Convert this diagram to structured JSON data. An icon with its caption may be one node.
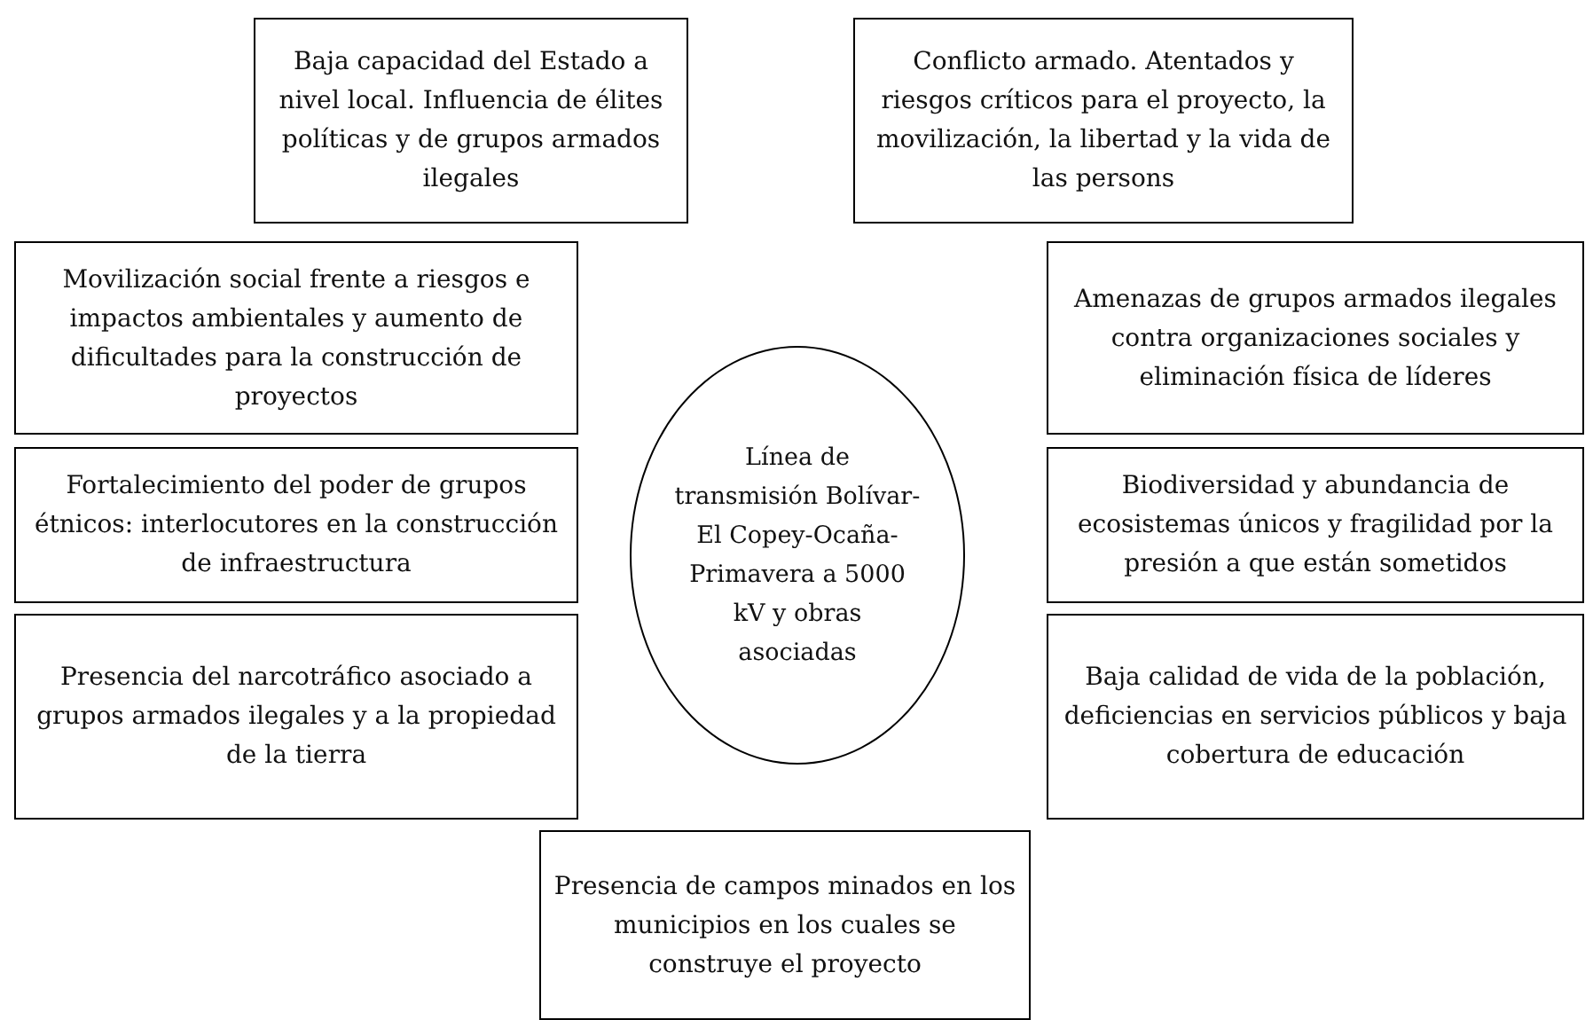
{
  "diagram": {
    "nodes": [
      {
        "text": [
          "Baja capacidad del Estado a nivel local. Influencia de élites políticas y de grupos armados ilegales"
        ]
      },
      {
        "text": [
          "Conflicto armado. Atentados y riesgos críticos para el proyecto, la movilización, la libertad y la vida de las persons"
        ]
      },
      {
        "text": [
          "Movilización social frente a riesgos e impactos ambientales y aumento de dificultades para la construcción de proyectos"
        ]
      },
      {
        "text": [
          "Amenazas de grupos armados ilegales contra organizaciones sociales y eliminación física de líderes"
        ]
      },
      {
        "text": [
          "Línea de transmisión Bolívar-El Copey-Ocaña-Primavera a 5000 kV y obras asociadas"
        ]
      },
      {
        "text": [
          "Fortalecimiento del poder de grupos étnicos: interlocutores en la construcción de infraestructura"
        ]
      },
      {
        "text": [
          "Biodiversidad y abundancia de ecosistemas únicos y fragilidad por la presión a que están sometidos"
        ]
      },
      {
        "text": [
          "Presencia del narcotráfico asociado a grupos armados ilegales y a la propiedad de la tierra"
        ]
      },
      {
        "text": [
          "Baja calidad de vida de la población, deficiencias en servicios públicos y baja cobertura de educación"
        ]
      },
      {
        "text": [
          "Presencia de campos minados en los municipios en los cuales se construye el proyecto"
        ]
      }
    ]
  }
}
